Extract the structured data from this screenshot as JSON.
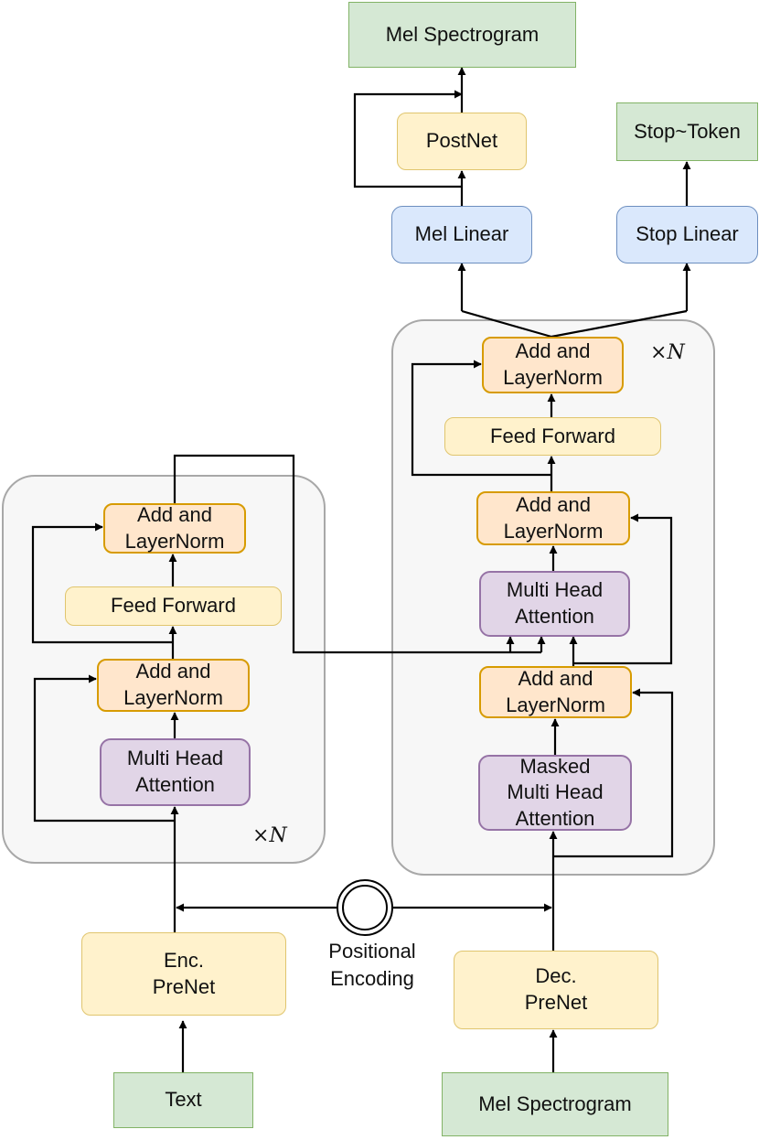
{
  "encoder": {
    "repeat_symbol": "×",
    "repeat_var": "N",
    "add_norm_top": "Add and\nLayerNorm",
    "feed_forward": "Feed Forward",
    "add_norm_bottom": "Add and\nLayerNorm",
    "attention": "Multi Head\nAttention",
    "prenet": "Enc.\nPreNet",
    "input": "Text"
  },
  "decoder": {
    "repeat_symbol": "×",
    "repeat_var": "N",
    "add_norm_top": "Add and\nLayerNorm",
    "feed_forward": "Feed Forward",
    "add_norm_mid": "Add and\nLayerNorm",
    "cross_attention": "Multi Head\nAttention",
    "add_norm_bottom": "Add and\nLayerNorm",
    "masked_attention": "Masked\nMulti Head\nAttention",
    "prenet": "Dec.\nPreNet",
    "input": "Mel Spectrogram"
  },
  "outputs": {
    "mel_linear": "Mel Linear",
    "stop_linear": "Stop Linear",
    "postnet": "PostNet",
    "mel_output": "Mel Spectrogram",
    "stop_output": "Stop~Token"
  },
  "positional_encoding": "Positional\nEncoding"
}
